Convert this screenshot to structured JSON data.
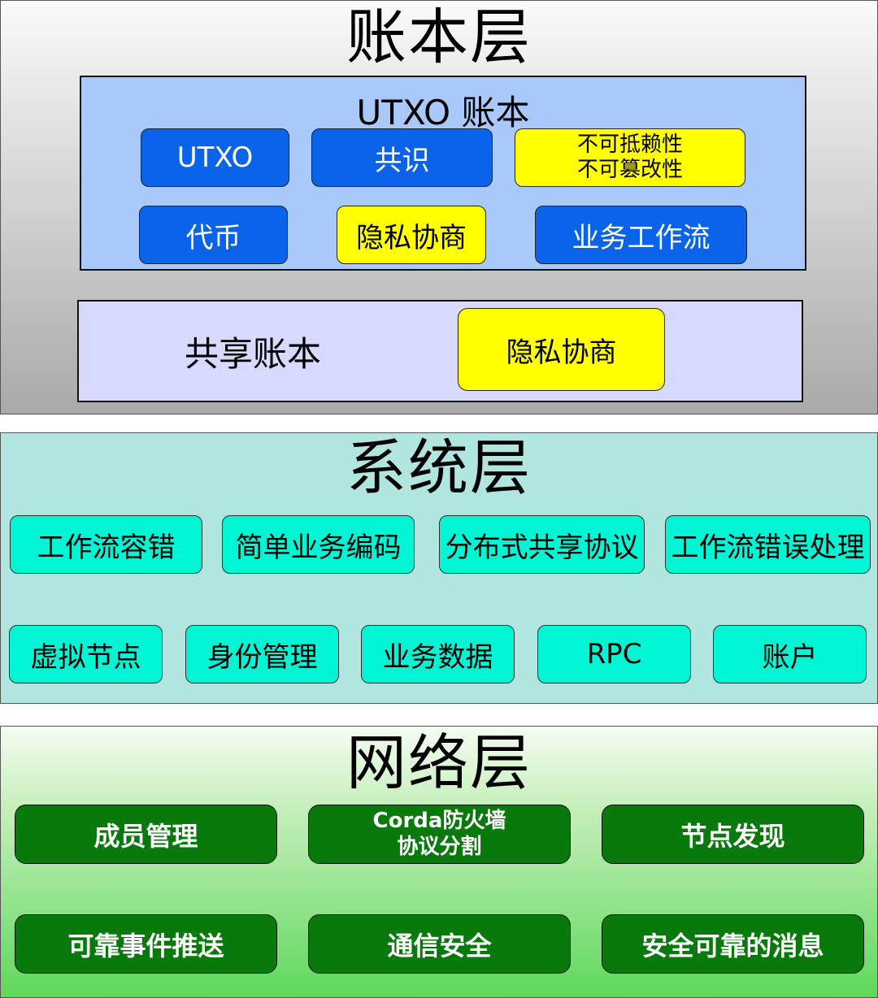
{
  "ledger_layer": {
    "title": "账本层",
    "utxo_ledger": {
      "title": "UTXO 账本",
      "row1": [
        "UTXO",
        "共识"
      ],
      "non_repudiation": "不可抵赖性",
      "tamper_proof": "不可篡改性",
      "row2": [
        "代币",
        "隐私协商",
        "业务工作流"
      ]
    },
    "shared_ledger": {
      "title": "共享账本",
      "privacy": "隐私协商"
    }
  },
  "system_layer": {
    "title": "系统层",
    "row1": [
      "工作流容错",
      "简单业务编码",
      "分布式共享协议",
      "工作流错误处理"
    ],
    "row2": [
      "虚拟节点",
      "身份管理",
      "业务数据",
      "RPC",
      "账户"
    ]
  },
  "network_layer": {
    "title": "网络层",
    "member_mgmt": "成员管理",
    "firewall_line1": "Corda防火墙",
    "firewall_line2": "协议分割",
    "node_discovery": "节点发现",
    "row2": [
      "可靠事件推送",
      "通信安全",
      "安全可靠的消息"
    ]
  },
  "colors": {
    "blue": "#0a63e8",
    "yellow": "#ffff00",
    "teal": "#00f5d4",
    "dark_green": "#077a0b"
  }
}
